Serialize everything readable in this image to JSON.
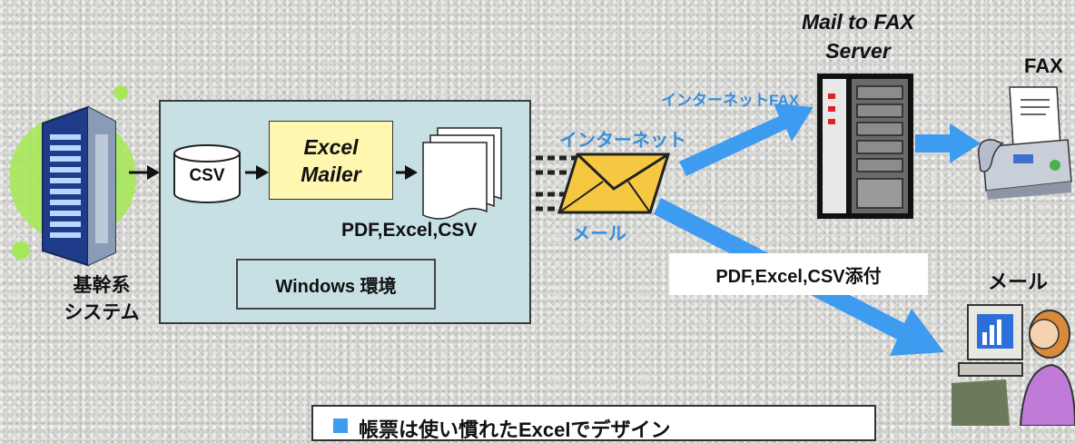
{
  "source_system": {
    "label_line1": "基幹系",
    "label_line2": "システム"
  },
  "windows_env": {
    "csv_label": "CSV",
    "excel_mailer_line1": "Excel",
    "excel_mailer_line2": "Mailer",
    "output_formats": "PDF,Excel,CSV",
    "env_label": "Windows 環境"
  },
  "network": {
    "internet_label": "インターネット",
    "mail_label": "メール",
    "internet_fax_label": "インターネットFAX",
    "attachment_label": "PDF,Excel,CSV添付"
  },
  "fax_server": {
    "title_line1": "Mail to FAX",
    "title_line2": "Server"
  },
  "destinations": {
    "fax_label": "FAX",
    "mail_label": "メール"
  },
  "note": {
    "text": "帳票は使い慣れたExcelでデザイン"
  },
  "colors": {
    "arrow_blue": "#3d9bf0",
    "env_bg": "#c6e0e4",
    "excel_box_bg": "#fff6b0",
    "envelope_yellow": "#f6c842",
    "server_green_glow": "#a6e85a"
  }
}
